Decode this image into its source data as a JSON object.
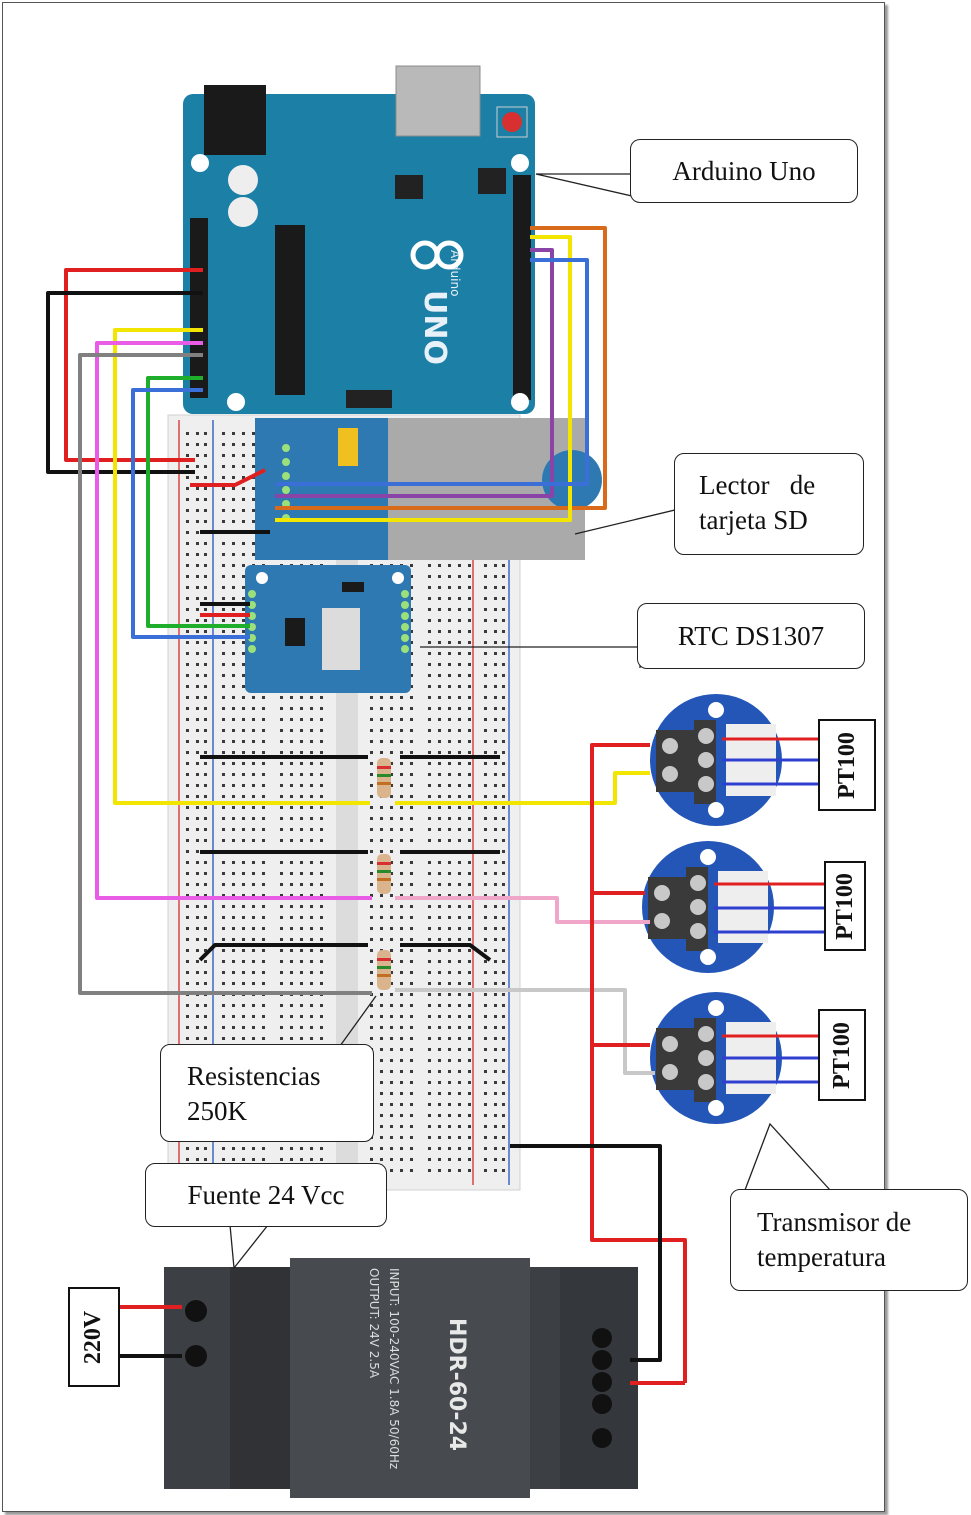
{
  "callouts": {
    "arduino": "Arduino Uno",
    "sd_reader_line1": "Lector   de",
    "sd_reader_line2": "tarjeta SD",
    "rtc": "RTC DS1307",
    "resistors_line1": "Resistencias",
    "resistors_line2": "250K",
    "power_supply": "Fuente 24 Vcc",
    "transmitter_line1": "Transmisor de",
    "transmitter_line2": "temperatura"
  },
  "sensors": [
    "PT100",
    "PT100",
    "PT100"
  ],
  "mains_label": "220V",
  "arduino_board": {
    "brand": "UNO",
    "model": "Arduino"
  },
  "psu_label": {
    "model": "HDR-60-24",
    "input": "INPUT: 100-240VAC 1.8A 50/60Hz",
    "output": "OUTPUT: 24V 2.5A"
  },
  "colors": {
    "arduino_pcb": "#1b7fa6",
    "module_pcb": "#2f79b3",
    "breadboard": "#f1f1f1",
    "psu_case": "#3c3f43",
    "transmitter_body": "#2456b8",
    "wire_red": "#e02020",
    "wire_black": "#111111",
    "wire_yellow": "#f2e600",
    "wire_magenta": "#e85ce6",
    "wire_gray": "#808080",
    "wire_green": "#1fae2b",
    "wire_blue": "#3a6fd8",
    "wire_orange": "#d86a1c",
    "wire_purple": "#8a44a8",
    "wire_pink": "#f0a6c8"
  }
}
